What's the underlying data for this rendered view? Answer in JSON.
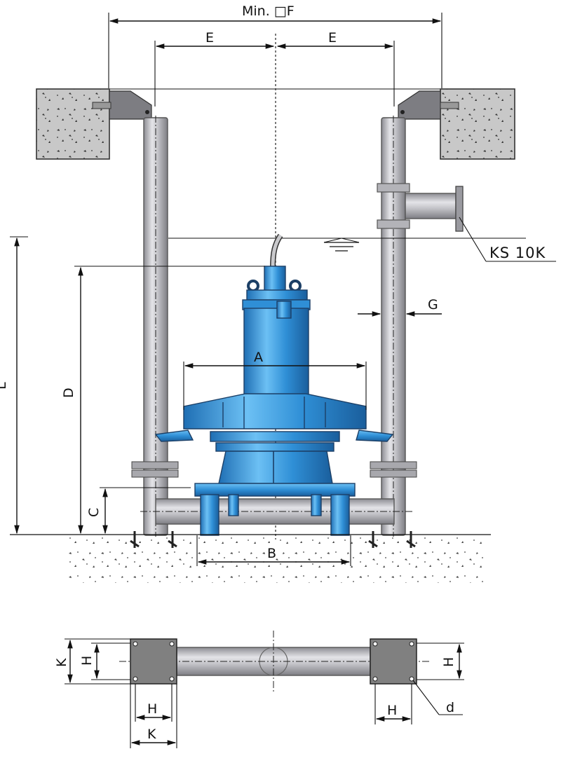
{
  "labels": {
    "min_f": "Min. □F",
    "e_left": "E",
    "e_right": "E",
    "a": "A",
    "b": "B",
    "c": "C",
    "d": "D",
    "g": "G",
    "l": "L",
    "ks": "KS 10K",
    "k_left": "K",
    "h_left_side": "H",
    "h_left_bottom": "H",
    "k_bottom": "K",
    "h_right_side": "H",
    "h_right_bottom": "H",
    "d_anchor": "d"
  },
  "colors": {
    "pump_blue": "#2f8fd6",
    "pipe_grey": "#b9b9bd",
    "concrete": "#c8c8c8",
    "plate": "#808080"
  }
}
